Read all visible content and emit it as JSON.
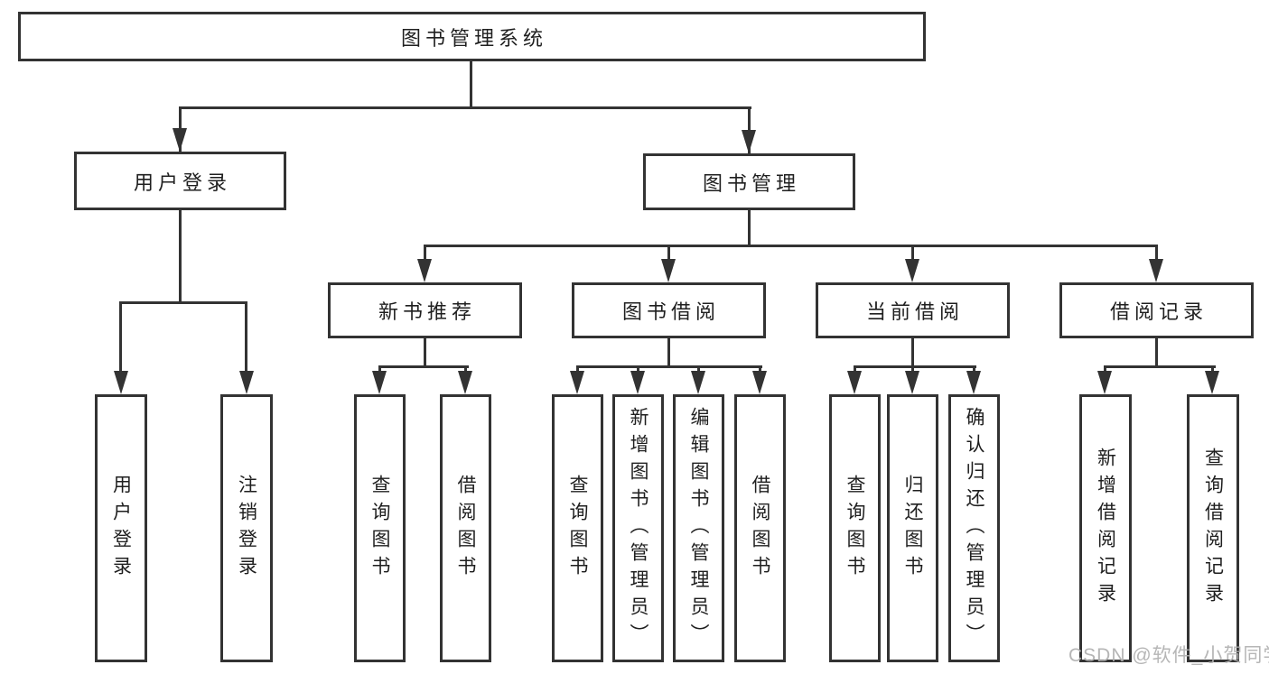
{
  "tree": {
    "root": "图书管理系统",
    "user_login": {
      "label": "用户登录",
      "children": [
        "用户登录",
        "注销登录"
      ]
    },
    "book_mgmt": {
      "label": "图书管理",
      "sections": [
        {
          "label": "新书推荐",
          "children": [
            "查询图书",
            "借阅图书"
          ]
        },
        {
          "label": "图书借阅",
          "children": [
            "查询图书",
            "新增图书（管理员）",
            "编辑图书（管理员）",
            "借阅图书"
          ]
        },
        {
          "label": "当前借阅",
          "children": [
            "查询图书",
            "归还图书",
            "确认归还（管理员）"
          ]
        },
        {
          "label": "借阅记录",
          "children": [
            "新增借阅记录",
            "查询借阅记录"
          ]
        }
      ]
    }
  },
  "watermark": "CSDN @软件_小贺同学",
  "colors": {
    "line": "#333333",
    "text": "#1f1f1f",
    "watermark": "#b0b0b0",
    "background": "#ffffff"
  }
}
